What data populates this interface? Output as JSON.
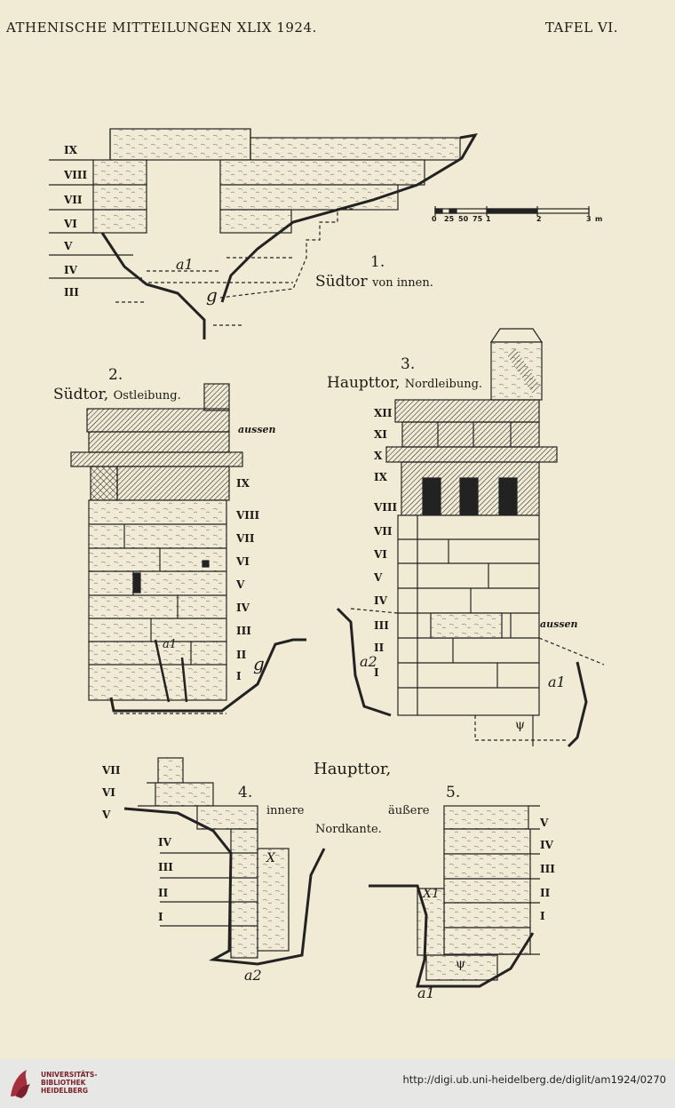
{
  "header": {
    "left": "ATHENISCHE MITTEILUNGEN XLIX 1924.",
    "right": "TAFEL VI."
  },
  "figures": {
    "fig1": {
      "number": "1.",
      "title": "Südtor",
      "subtitle": "von innen.",
      "marks": [
        "a1",
        "g"
      ],
      "courses": [
        "IX",
        "VIII",
        "VII",
        "VI",
        "V",
        "IV",
        "III"
      ],
      "scale": [
        "0",
        "25",
        "50",
        "75",
        "1",
        "2",
        "3",
        "m"
      ]
    },
    "fig2": {
      "number": "2.",
      "title": "Südtor,",
      "subtitle": "Ostleibung.",
      "aussen": "aussen",
      "marks": [
        "a1",
        "g"
      ],
      "courses": [
        "IX",
        "VIII",
        "VII",
        "VI",
        "V",
        "IV",
        "III",
        "II",
        "I"
      ]
    },
    "fig3": {
      "number": "3.",
      "title": "Haupttor,",
      "subtitle": "Nordleibung.",
      "aussen": "aussen",
      "marks": [
        "a2",
        "a1",
        "ψ"
      ],
      "courses": [
        "XII",
        "XI",
        "X",
        "IX",
        "VIII",
        "VII",
        "VI",
        "V",
        "IV",
        "III",
        "II",
        "I"
      ]
    },
    "fig45": {
      "title": "Haupttor,",
      "num4": "4.",
      "num5": "5.",
      "inner": "innere",
      "outer": "äußere",
      "edge": "Nordkante.",
      "marks4": [
        "X",
        "a2"
      ],
      "marks5": [
        "X1",
        "ψ",
        "a1"
      ],
      "courses4": [
        "VII",
        "VI",
        "V",
        "IV",
        "III",
        "II",
        "I"
      ],
      "courses5": [
        "V",
        "IV",
        "III",
        "II",
        "I"
      ]
    }
  },
  "footer": {
    "library": [
      "UNIVERSITÄTS-",
      "BIBLIOTHEK",
      "HEIDELBERG"
    ],
    "url": "http://digi.ub.uni-heidelberg.de/diglit/am1924/0270"
  }
}
